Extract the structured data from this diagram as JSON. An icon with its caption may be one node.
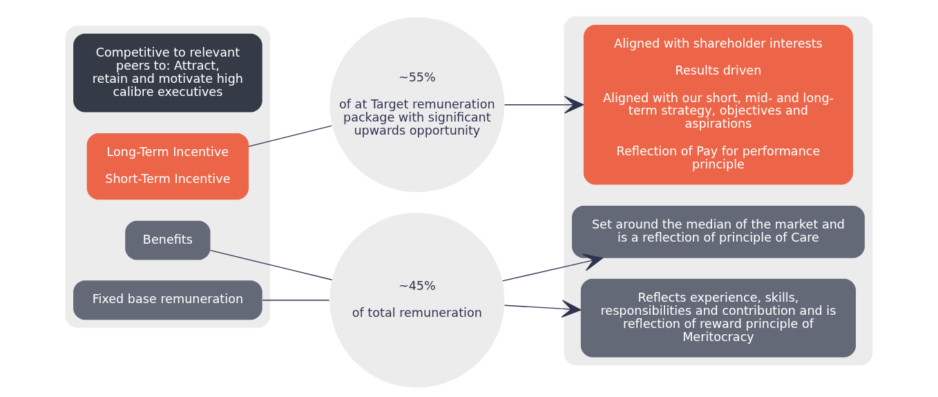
{
  "diagram": {
    "nodes": [
      {
        "text": [],
        "shape": "box"
      },
      {
        "text": [
          "Competitive to relevant peers to: Attract, retain and motivate high calibre executives"
        ],
        "in": 0
      },
      {
        "text": [
          "Long-Term Incentive",
          "Short-Term Incentive"
        ],
        "in": 0
      },
      {
        "text": [
          "Benefits"
        ],
        "in": 0
      },
      {
        "text": [
          "Fixed base remuneration"
        ],
        "in": 0
      },
      {
        "text": [
          "~55%",
          "of at Target remuneration package with significant upwards opportunity"
        ]
      },
      {
        "text": [
          "~45%",
          "of total remuneration"
        ]
      },
      {
        "text": [],
        "shape": "box"
      },
      {
        "text": [
          "Aligned with shareholder interests",
          "Results driven",
          "Aligned with our short, mid- and long-term strategy, objectives and aspirations",
          "Reflection of Pay for performance principle"
        ],
        "in": 7
      },
      {
        "text": [
          "Set around the median of the market and is a reflection of principle of Care"
        ],
        "in": 7
      },
      {
        "text": [
          "Reflects experience, skills, responsibilities and contribution and is reflection of reward principle of Meritocracy"
        ],
        "in": 7
      }
    ],
    "edges": [
      {
        "from": 2,
        "to": 5,
        "arrow": "none"
      },
      {
        "from": 3,
        "to": 6,
        "arrow": "none"
      },
      {
        "from": 4,
        "to": 6,
        "arrow": "none"
      },
      {
        "from": 5,
        "to": 8,
        "arrow": "to"
      },
      {
        "from": 6,
        "to": 9,
        "arrow": "to"
      },
      {
        "from": 6,
        "to": 10,
        "arrow": "to"
      }
    ]
  }
}
